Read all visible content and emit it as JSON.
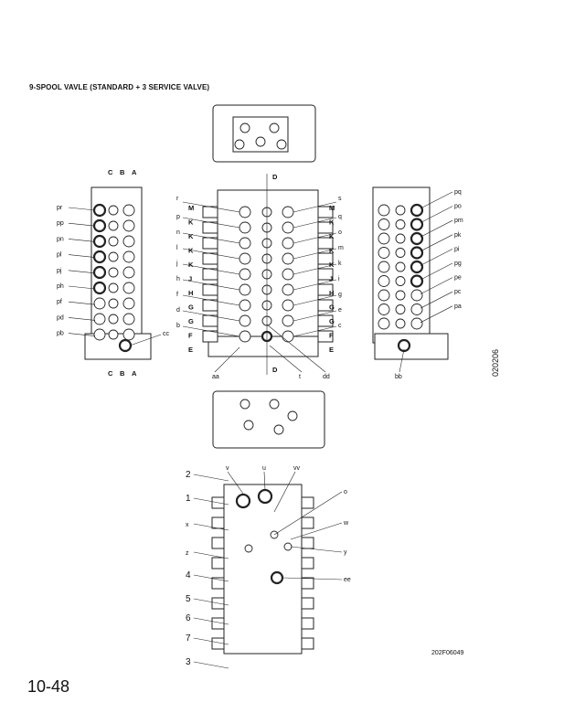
{
  "title": "9-SPOOL VAVLE (STANDARD + 3 SERVICE VALVE)",
  "page_number": "10-48",
  "figure_code": "202F06049",
  "side_code": "020206",
  "left_view": {
    "section_marks": [
      "C",
      "B",
      "A"
    ],
    "labels": [
      "pr",
      "pp",
      "pn",
      "pl",
      "pj",
      "ph",
      "pf",
      "pd",
      "pb"
    ],
    "port_label": "cc"
  },
  "center_view": {
    "section_mark": "D",
    "left_labels": [
      "r",
      "p",
      "n",
      "l",
      "j",
      "h",
      "f",
      "d",
      "b"
    ],
    "right_labels": [
      "s",
      "q",
      "o",
      "m",
      "k",
      "i",
      "g",
      "e",
      "c"
    ],
    "dims": [
      "M",
      "K",
      "K",
      "K",
      "K",
      "J",
      "H",
      "G",
      "G",
      "F",
      "E"
    ],
    "bottom_labels": [
      "aa",
      "t",
      "dd"
    ]
  },
  "right_view": {
    "labels": [
      "pq",
      "po",
      "pm",
      "pk",
      "pi",
      "pg",
      "pe",
      "pc",
      "pa"
    ],
    "port_label": "bb"
  },
  "bottom_view": {
    "left_labels": [
      "2",
      "1",
      "x",
      "z",
      "4",
      "5",
      "6",
      "7",
      "3"
    ],
    "top_labels": [
      "v",
      "u",
      "vv"
    ],
    "right_labels": [
      "o",
      "w",
      "y",
      "ee"
    ]
  }
}
